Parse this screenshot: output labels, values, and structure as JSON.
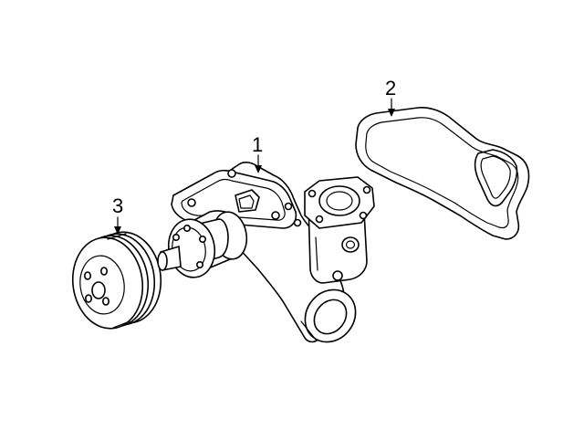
{
  "callouts": [
    {
      "number": "1",
      "part": "water-pump"
    },
    {
      "number": "2",
      "part": "gasket"
    },
    {
      "number": "3",
      "part": "pulley"
    }
  ],
  "colors": {
    "line": "#000000",
    "background": "#ffffff"
  }
}
